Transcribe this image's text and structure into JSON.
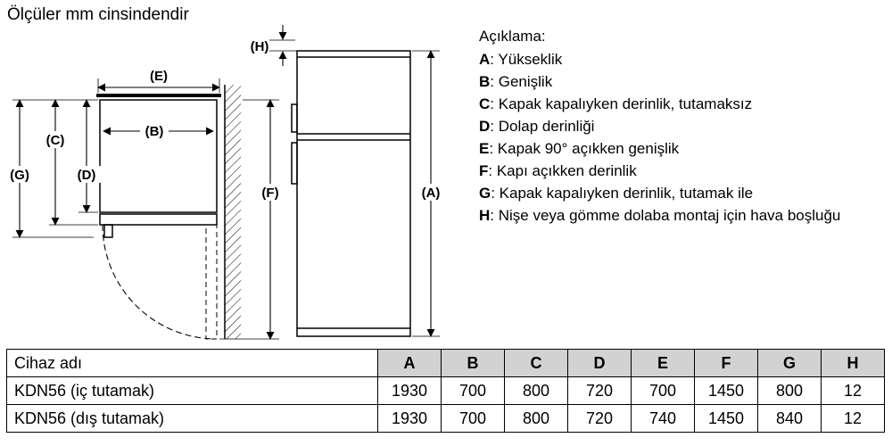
{
  "note": "Ölçüler mm cinsindendir",
  "diagram": {
    "labels": {
      "A": "(A)",
      "B": "(B)",
      "C": "(C)",
      "D": "(D)",
      "E": "(E)",
      "F": "(F)",
      "G": "(G)",
      "H": "(H)"
    }
  },
  "legend": {
    "title": "Açıklama:",
    "items": [
      {
        "letter": "A",
        "text": ": Yükseklik"
      },
      {
        "letter": "B",
        "text": ": Genişlik"
      },
      {
        "letter": "C",
        "text": ": Kapak kapalıyken derinlik, tutamaksız"
      },
      {
        "letter": "D",
        "text": ": Dolap derinliği"
      },
      {
        "letter": "E",
        "text": ": Kapak 90° açıkken genişlik"
      },
      {
        "letter": "F",
        "text": ": Kapı açıkken derinlik"
      },
      {
        "letter": "G",
        "text": ": Kapak kapalıyken derinlik, tutamak ile"
      },
      {
        "letter": "H",
        "text": ": Nişe veya gömme dolaba montaj için hava boşluğu"
      }
    ]
  },
  "table": {
    "header": [
      "Cihaz adı",
      "A",
      "B",
      "C",
      "D",
      "E",
      "F",
      "G",
      "H"
    ],
    "rows": [
      {
        "name": "KDN56 (iç tutamak)",
        "values": [
          "1930",
          "700",
          "800",
          "720",
          "700",
          "1450",
          "800",
          "12"
        ]
      },
      {
        "name": "KDN56 (dış tutamak)",
        "values": [
          "1930",
          "700",
          "800",
          "720",
          "740",
          "1450",
          "840",
          "12"
        ]
      }
    ]
  },
  "colors": {
    "header_bg": "#d2d2d2",
    "line": "#000000"
  }
}
